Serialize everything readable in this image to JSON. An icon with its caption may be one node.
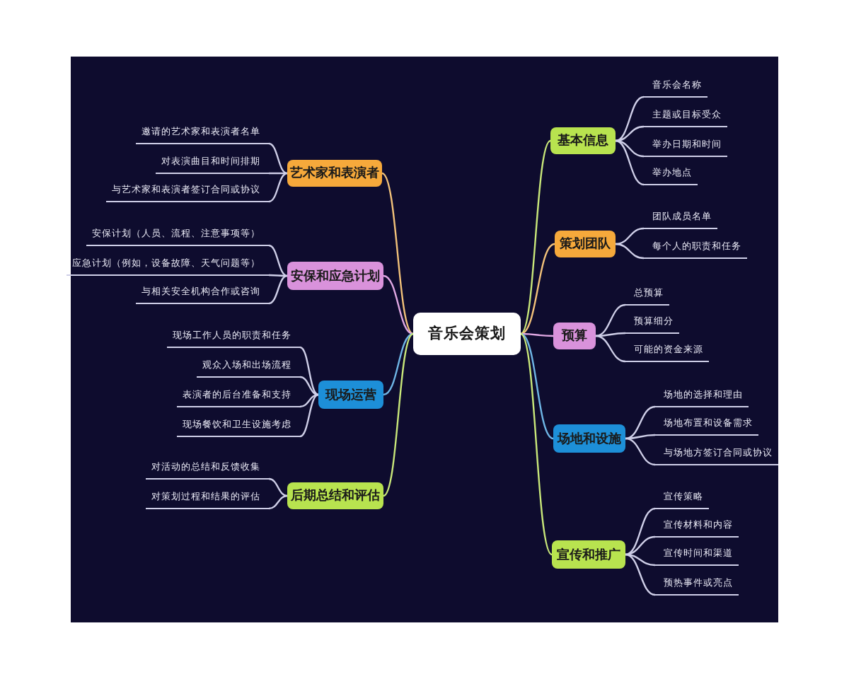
{
  "diagram": {
    "nodes": [
      {
        "text": [
          "音乐会策划"
        ]
      },
      {
        "text": [
          "基本信息"
        ]
      },
      {
        "text": [
          "音乐会名称"
        ]
      },
      {
        "text": [
          "主题或目标受众"
        ]
      },
      {
        "text": [
          "举办日期和时间"
        ]
      },
      {
        "text": [
          "举办地点"
        ]
      },
      {
        "text": [
          "策划团队"
        ]
      },
      {
        "text": [
          "团队成员名单"
        ]
      },
      {
        "text": [
          "每个人的职责和任务"
        ]
      },
      {
        "text": [
          "预算"
        ]
      },
      {
        "text": [
          "总预算"
        ]
      },
      {
        "text": [
          "预算细分"
        ]
      },
      {
        "text": [
          "可能的资金来源"
        ]
      },
      {
        "text": [
          "场地和设施"
        ]
      },
      {
        "text": [
          "场地的选择和理由"
        ]
      },
      {
        "text": [
          "场地布置和设备需求"
        ]
      },
      {
        "text": [
          "与场地方签订合同或协议"
        ]
      },
      {
        "text": [
          "宣传和推广"
        ]
      },
      {
        "text": [
          "宣传策略"
        ]
      },
      {
        "text": [
          "宣传材料和内容"
        ]
      },
      {
        "text": [
          "宣传时间和渠道"
        ]
      },
      {
        "text": [
          "预热事件或亮点"
        ]
      },
      {
        "text": [
          "艺术家和表演者"
        ]
      },
      {
        "text": [
          "邀请的艺术家和表演者名单"
        ]
      },
      {
        "text": [
          "对表演曲目和时间排期"
        ]
      },
      {
        "text": [
          "与艺术家和表演者签订合同或协议"
        ]
      },
      {
        "text": [
          "安保和应急计划"
        ]
      },
      {
        "text": [
          "安保计划（人员、流程、注意事项等）"
        ]
      },
      {
        "text": [
          "应急计划（例如，设备故障、天气问题等）"
        ]
      },
      {
        "text": [
          "与相关安全机构合作或咨询"
        ]
      },
      {
        "text": [
          "现场运营"
        ]
      },
      {
        "text": [
          "现场工作人员的职责和任务"
        ]
      },
      {
        "text": [
          "观众入场和出场流程"
        ]
      },
      {
        "text": [
          "表演者的后台准备和支持"
        ]
      },
      {
        "text": [
          "现场餐饮和卫生设施考虑"
        ]
      },
      {
        "text": [
          "后期总结和评估"
        ]
      },
      {
        "text": [
          "对活动的总结和反馈收集"
        ]
      },
      {
        "text": [
          "对策划过程和结果的评估"
        ]
      }
    ],
    "edges": [
      {
        "from": 0,
        "to": 1,
        "arrow": "none",
        "color": "#c9e87a"
      },
      {
        "from": 0,
        "to": 6,
        "arrow": "none",
        "color": "#f2c27a"
      },
      {
        "from": 0,
        "to": 9,
        "arrow": "none",
        "color": "#e0a8e3"
      },
      {
        "from": 0,
        "to": 13,
        "arrow": "none",
        "color": "#6fb6e6"
      },
      {
        "from": 0,
        "to": 17,
        "arrow": "none",
        "color": "#c9e87a"
      },
      {
        "from": 0,
        "to": 22,
        "arrow": "none",
        "color": "#f2c27a"
      },
      {
        "from": 0,
        "to": 26,
        "arrow": "none",
        "color": "#e0a8e3"
      },
      {
        "from": 0,
        "to": 30,
        "arrow": "none",
        "color": "#6fb6e6"
      },
      {
        "from": 0,
        "to": 35,
        "arrow": "none",
        "color": "#c9e87a"
      },
      {
        "from": 1,
        "to": 2,
        "arrow": "none"
      },
      {
        "from": 1,
        "to": 3,
        "arrow": "none"
      },
      {
        "from": 1,
        "to": 4,
        "arrow": "none"
      },
      {
        "from": 1,
        "to": 5,
        "arrow": "none"
      },
      {
        "from": 6,
        "to": 7,
        "arrow": "none"
      },
      {
        "from": 6,
        "to": 8,
        "arrow": "none"
      },
      {
        "from": 9,
        "to": 10,
        "arrow": "none"
      },
      {
        "from": 9,
        "to": 11,
        "arrow": "none"
      },
      {
        "from": 9,
        "to": 12,
        "arrow": "none"
      },
      {
        "from": 13,
        "to": 14,
        "arrow": "none"
      },
      {
        "from": 13,
        "to": 15,
        "arrow": "none"
      },
      {
        "from": 13,
        "to": 16,
        "arrow": "none"
      },
      {
        "from": 17,
        "to": 18,
        "arrow": "none"
      },
      {
        "from": 17,
        "to": 19,
        "arrow": "none"
      },
      {
        "from": 17,
        "to": 20,
        "arrow": "none"
      },
      {
        "from": 17,
        "to": 21,
        "arrow": "none"
      },
      {
        "from": 22,
        "to": 23,
        "arrow": "none"
      },
      {
        "from": 22,
        "to": 24,
        "arrow": "none"
      },
      {
        "from": 22,
        "to": 25,
        "arrow": "none"
      },
      {
        "from": 26,
        "to": 27,
        "arrow": "none"
      },
      {
        "from": 26,
        "to": 28,
        "arrow": "none"
      },
      {
        "from": 26,
        "to": 29,
        "arrow": "none"
      },
      {
        "from": 30,
        "to": 31,
        "arrow": "none"
      },
      {
        "from": 30,
        "to": 32,
        "arrow": "none"
      },
      {
        "from": 30,
        "to": 33,
        "arrow": "none"
      },
      {
        "from": 30,
        "to": 34,
        "arrow": "none"
      },
      {
        "from": 35,
        "to": 36,
        "arrow": "none"
      },
      {
        "from": 35,
        "to": 37,
        "arrow": "none"
      }
    ]
  }
}
